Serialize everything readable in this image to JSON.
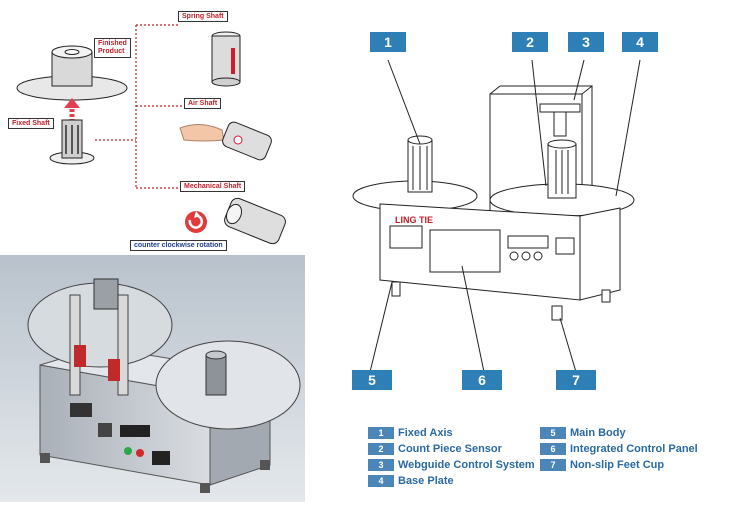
{
  "shaft_panel": {
    "finished_product": "Finished\nProduct",
    "fixed_shaft": "Fixed Shaft",
    "spring_shaft": "Spring Shaft",
    "air_shaft": "Air Shaft",
    "mechanical_shaft": "Mechanical Shaft",
    "rotation": "counter clockwise rotation"
  },
  "machine": {
    "brand": "LING TIE",
    "callouts": [
      "1",
      "2",
      "3",
      "4",
      "5",
      "6",
      "7"
    ]
  },
  "legend": {
    "left": [
      {
        "num": "1",
        "label": "Fixed Axis"
      },
      {
        "num": "2",
        "label": "Count Piece Sensor"
      },
      {
        "num": "3",
        "label": "Webguide Control System"
      },
      {
        "num": "4",
        "label": "Base Plate"
      }
    ],
    "right": [
      {
        "num": "5",
        "label": "Main Body"
      },
      {
        "num": "6",
        "label": "Integrated Control Panel"
      },
      {
        "num": "7",
        "label": "Non-slip Feet Cup"
      }
    ]
  },
  "colors": {
    "accent": "#2f7fb7",
    "legend_text": "#2a6aa3",
    "label_red": "#c0202a"
  }
}
